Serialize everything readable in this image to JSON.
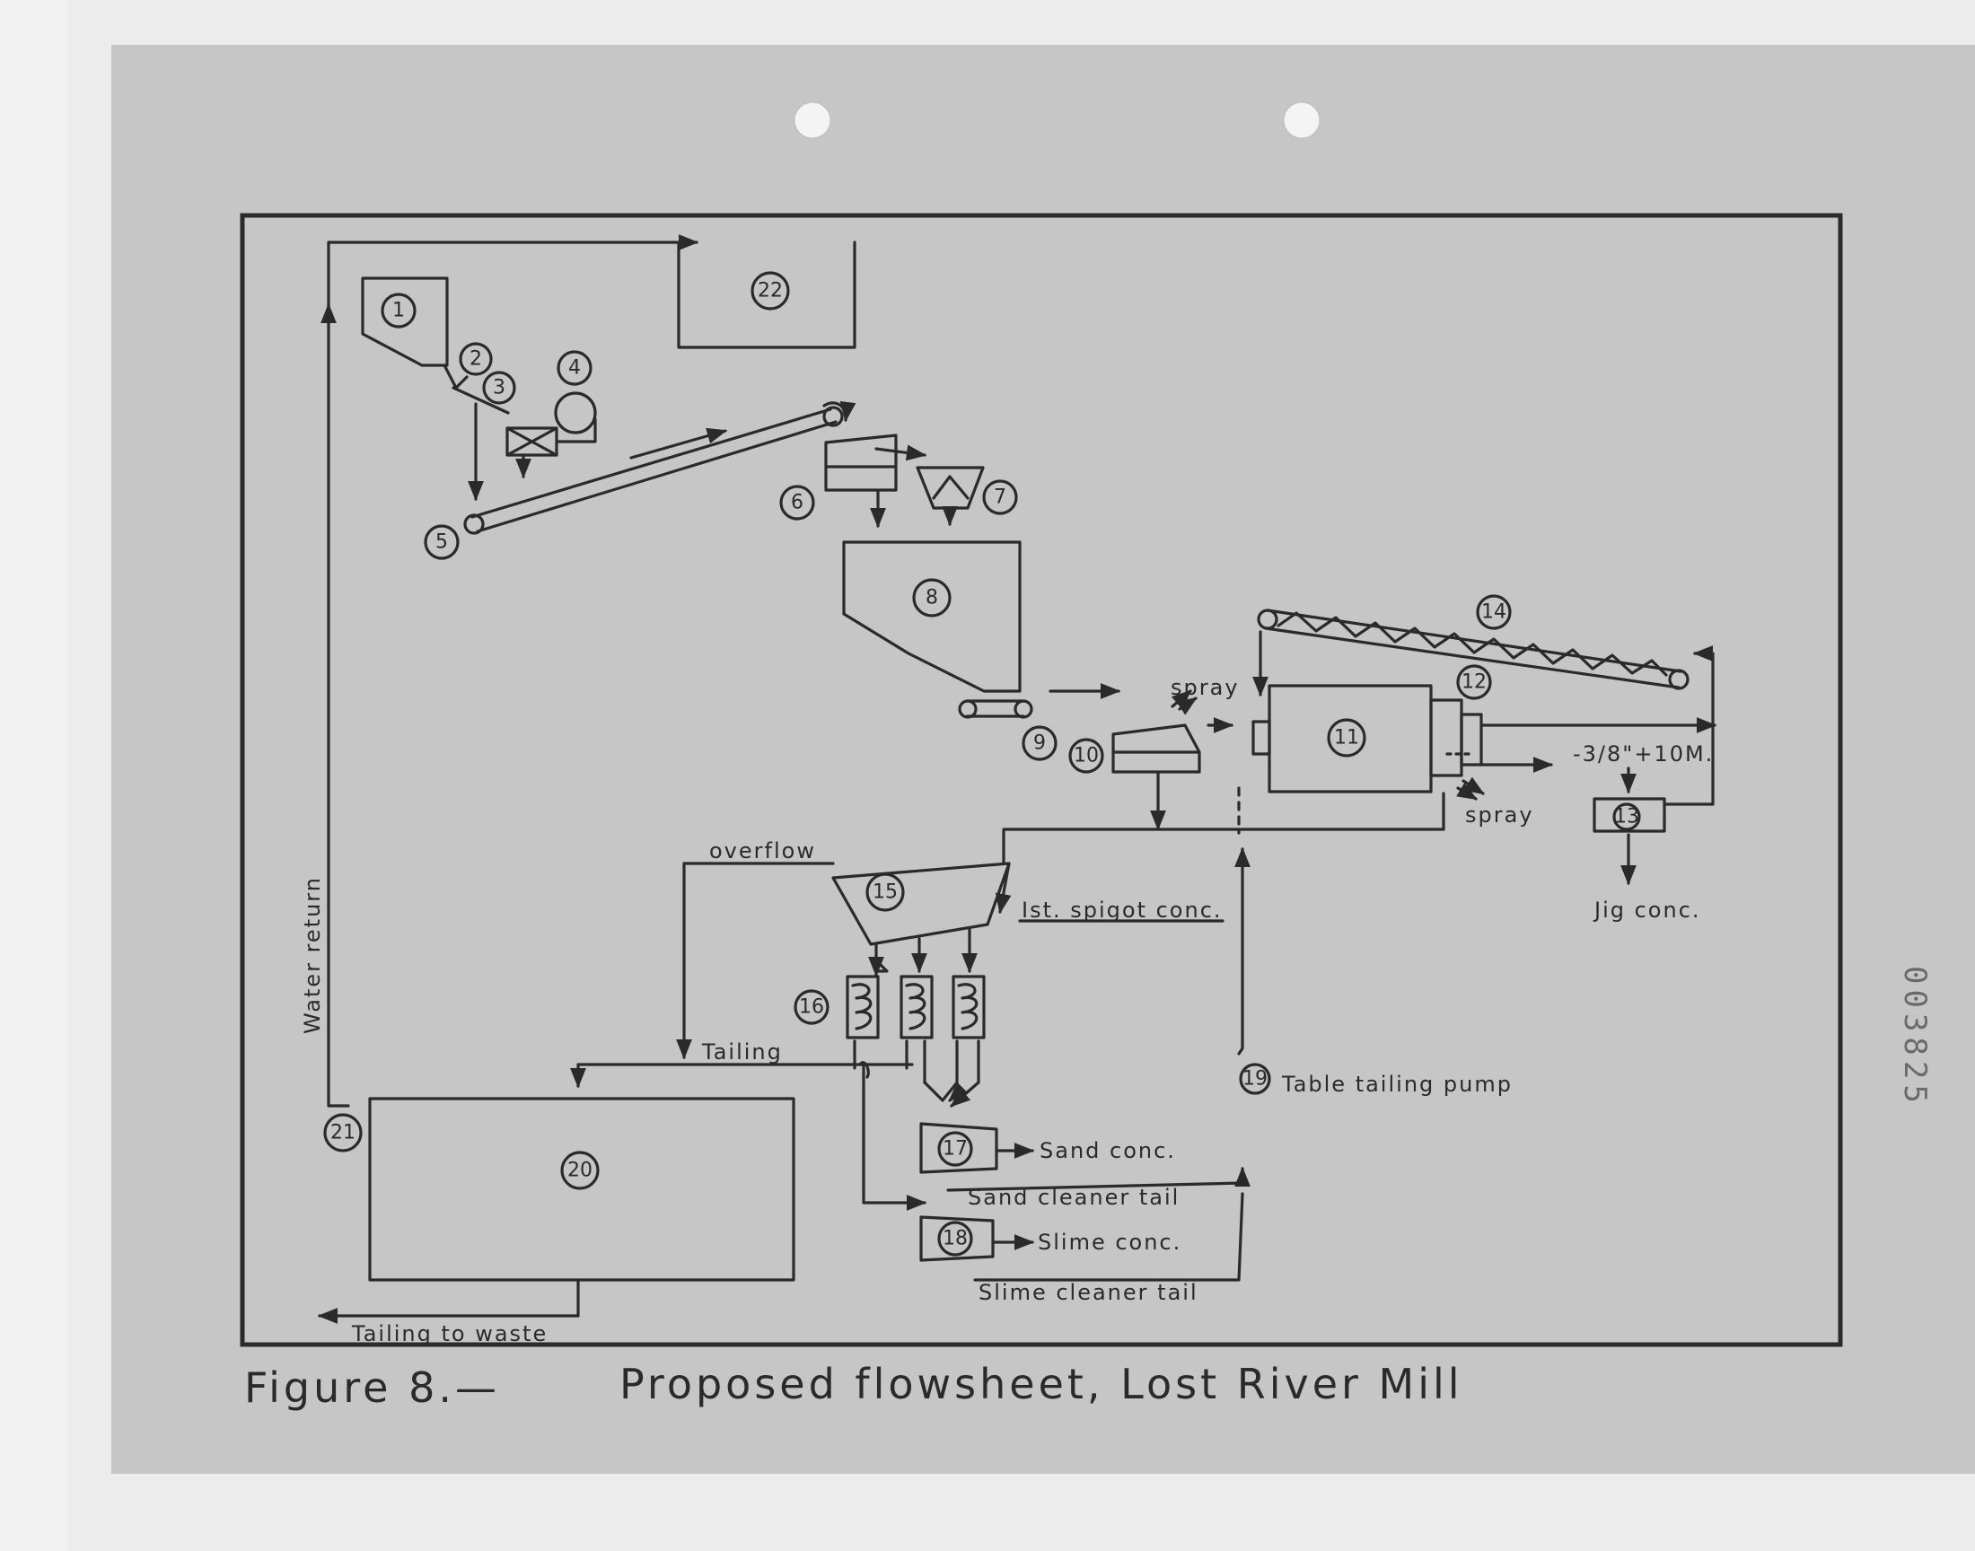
{
  "caption": {
    "figure": "Figure 8.—",
    "title": "Proposed flowsheet, Lost River Mill"
  },
  "stamp": "003825",
  "units": [
    "1",
    "2",
    "3",
    "4",
    "5",
    "6",
    "7",
    "8",
    "9",
    "10",
    "11",
    "12",
    "13",
    "14",
    "15",
    "16",
    "17",
    "18",
    "19",
    "20",
    "21",
    "22"
  ],
  "labels": {
    "water_return": "Water return",
    "spray_1": "spray",
    "spray_2": "spray",
    "screen_size": "-3/8\"+10M.",
    "jig_conc": "Jig conc.",
    "overflow": "overflow",
    "spigot_conc": "Ist. spigot conc.",
    "tailing": "Tailing",
    "table_tailing_pump": "Table tailing pump",
    "sand_conc": "Sand conc.",
    "sand_cleaner_tail": "Sand cleaner tail",
    "slime_conc": "Slime conc.",
    "slime_cleaner_tail": "Slime cleaner tail",
    "tailing_to_waste": "Tailing to waste"
  },
  "colors": {
    "paper": "#c6c6c6",
    "ink": "#2a2a2a",
    "background": "#ececec"
  }
}
